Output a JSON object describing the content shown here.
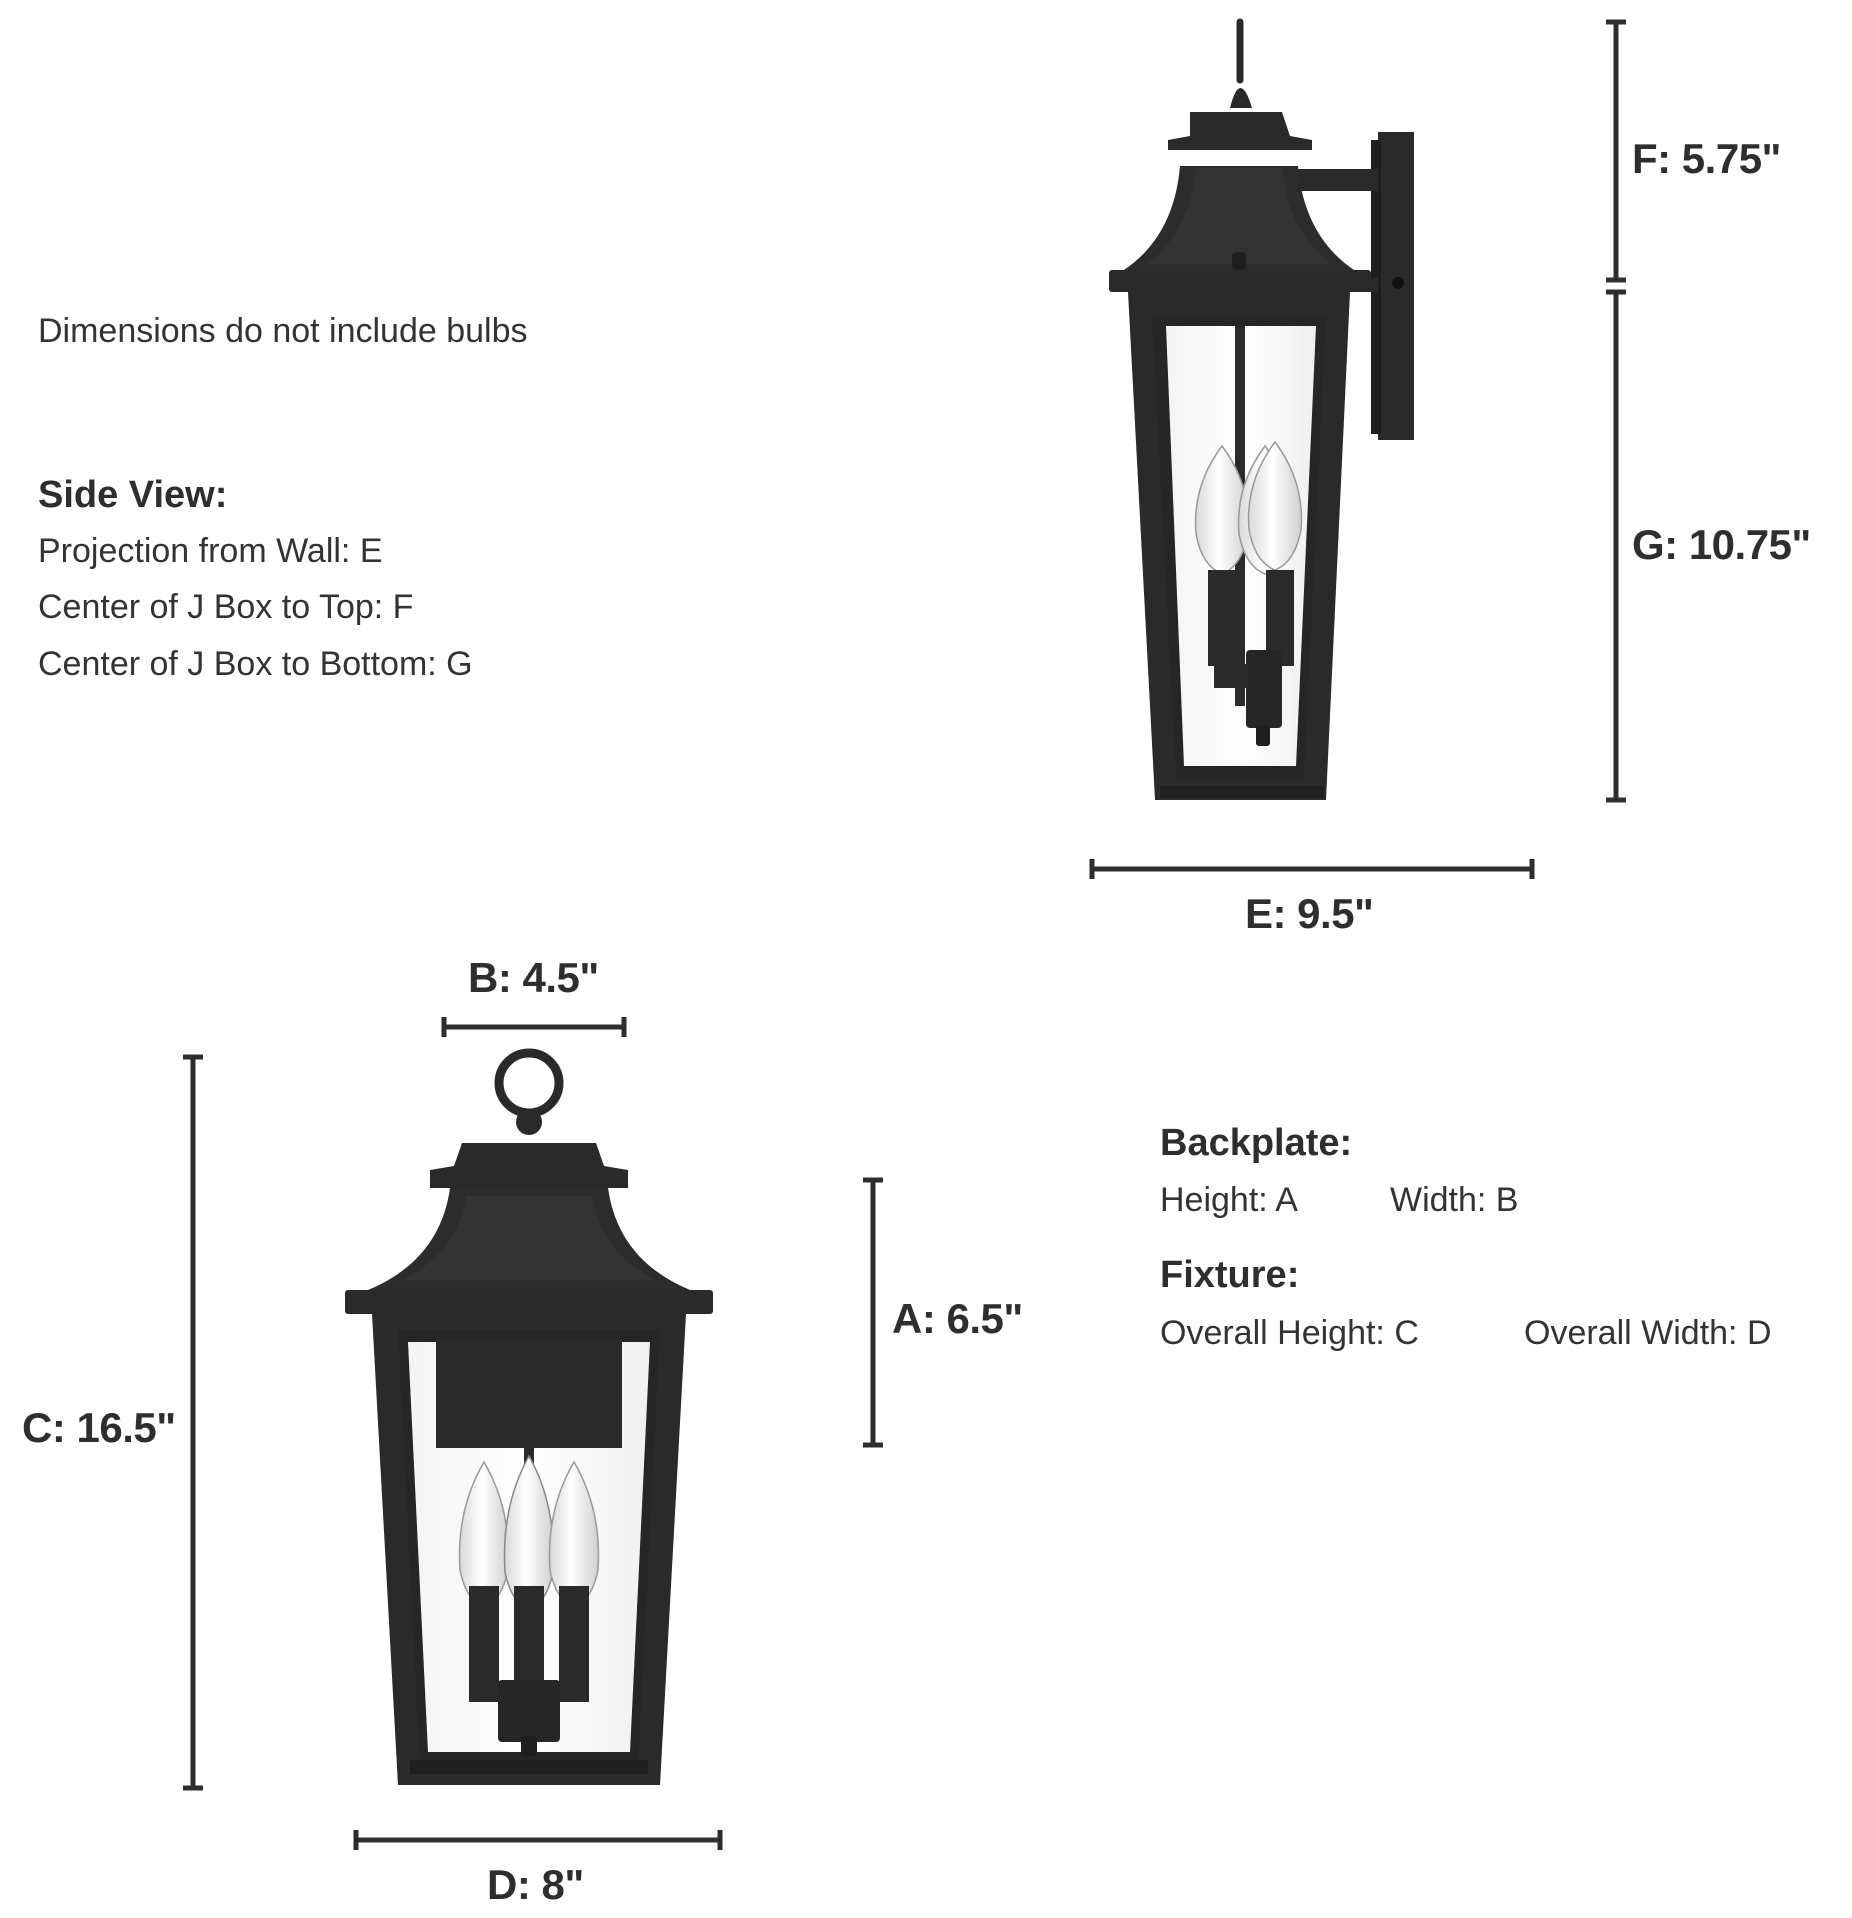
{
  "note": "Dimensions do not include bulbs",
  "side_view": {
    "heading": "Side View:",
    "lines": [
      "Projection from Wall: E",
      "Center of J Box to Top: F",
      "Center of J Box to Bottom: G"
    ]
  },
  "backplate": {
    "heading": "Backplate:",
    "height": "Height: A",
    "width": "Width: B"
  },
  "fixture": {
    "heading": "Fixture:",
    "overall_height": "Overall Height: C",
    "overall_width": "Overall Width: D"
  },
  "dimensions": {
    "A": "A: 6.5\"",
    "B": "B: 4.5\"",
    "C": "C: 16.5\"",
    "D": "D: 8\"",
    "E": "E: 9.5\"",
    "F": "F: 5.75\"",
    "G": "G: 10.75\""
  },
  "colors": {
    "fixture": "#2a2a2a",
    "dimension_line": "#2e2e2e",
    "text": "#333333",
    "background": "#ffffff"
  }
}
